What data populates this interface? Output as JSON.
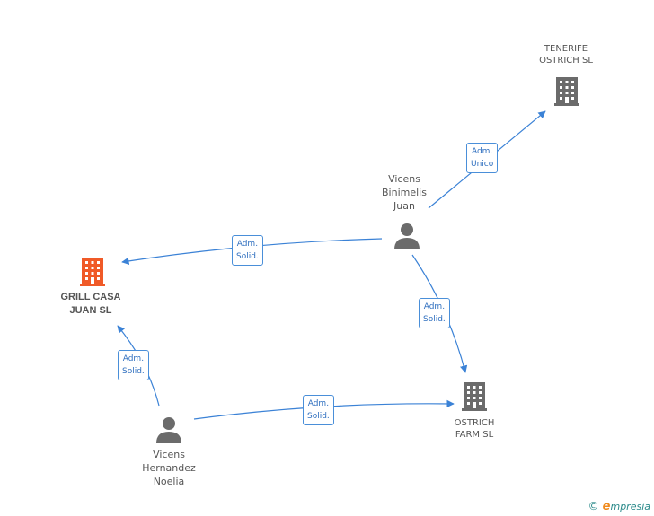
{
  "colors": {
    "main_company": "#f05a28",
    "company": "#6b6b6b",
    "person": "#6b6b6b",
    "edge": "#3b82d6",
    "edge_label_border": "#4a8fd9"
  },
  "nodes": {
    "grill": {
      "label": "GRILL CASA\nJUAN SL",
      "icon": "building-icon"
    },
    "tenerife": {
      "label": "TENERIFE\nOSTRICH  SL",
      "icon": "building-icon"
    },
    "ostrich_farm": {
      "label": "OSTRICH\nFARM SL",
      "icon": "building-icon"
    },
    "vicens_juan": {
      "label": "Vicens\nBinimelis\nJuan",
      "icon": "person-icon"
    },
    "vicens_noelia": {
      "label": "Vicens\nHernandez\nNoelia",
      "icon": "person-icon"
    }
  },
  "edges": {
    "juan_to_tenerife": "Adm.\nUnico",
    "juan_to_grill": "Adm.\nSolid.",
    "juan_to_farm": "Adm.\nSolid.",
    "noelia_to_grill": "Adm.\nSolid.",
    "noelia_to_farm": "Adm.\nSolid."
  },
  "brand": {
    "copyright": "©",
    "name_initial": "e",
    "name_rest": "mpresia"
  }
}
